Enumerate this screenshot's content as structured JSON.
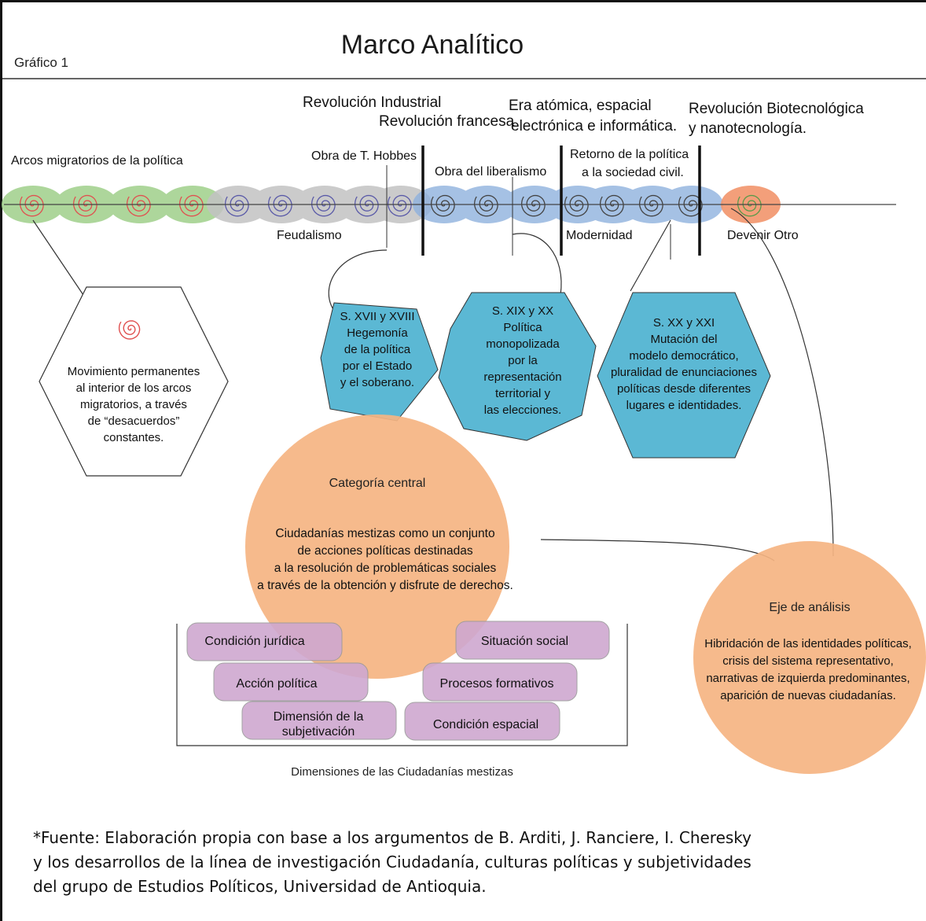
{
  "title": "Marco Analítico",
  "figure_label": "Gráfico 1",
  "timeline": {
    "arcs_label": "Arcos migratorios de la política",
    "events": [
      "Revolución Industrial",
      "Revolución francesa",
      "Era atómica, espacial",
      "electrónica e informática.",
      "Revolución Biotecnológica",
      "y nanotecnología."
    ],
    "works": [
      "Obra de T. Hobbes",
      "Obra del liberalismo",
      "Retorno de la política",
      "a la sociedad civil."
    ],
    "periods": [
      "Feudalismo",
      "Modernidad",
      "Devenir Otro"
    ],
    "colors": {
      "green": "#9fd08a",
      "gray": "#c3c3c3",
      "blue": "#8fb2de",
      "orange": "#f2956b"
    }
  },
  "hexagons": {
    "white": [
      "Movimiento permanentes",
      "al interior de los arcos",
      "migratorios, a través",
      "de “desacuerdos”",
      "constantes."
    ],
    "blue1": [
      "S. XVII y XVIII",
      "Hegemonía",
      "de la política",
      "por el Estado",
      "y el soberano."
    ],
    "blue2": [
      "S. XIX y XX",
      "Política",
      "monopolizada",
      "por la",
      "representación",
      "territorial y",
      "las elecciones."
    ],
    "blue3": [
      "S. XX y XXI",
      "Mutación del",
      "modelo democrático,",
      "pluralidad de enunciaciones",
      "políticas desde diferentes",
      "lugares e identidades."
    ],
    "fill_blue": "#5bb8d4"
  },
  "central": {
    "heading": "Categoría central",
    "body": [
      "Ciudadanías mestizas como un conjunto",
      "de acciones políticas destinadas",
      "a la resolución de problemáticas sociales",
      "a través de la obtención y disfrute de derechos."
    ],
    "fill": "#f5b482"
  },
  "axis": {
    "heading": "Eje de análisis",
    "body": [
      "Hibridación de las identidades políticas,",
      "crisis del sistema representativo,",
      "narrativas de izquierda predominantes,",
      "aparición de nuevas ciudadanías."
    ]
  },
  "dimensions": {
    "left": [
      "Condición jurídica",
      "Acción política",
      "Dimensión de la subjetivación"
    ],
    "right": [
      "Situación social",
      "Procesos formativos",
      "Condición espacial"
    ],
    "caption": "Dimensiones de las Ciudadanías mestizas",
    "fill": "#cfa8d0"
  },
  "footer": [
    "*Fuente: Elaboración propia con base a los argumentos de B. Arditi, J. Ranciere, I. Cheresky",
    "y  los desarrollos de la línea de investigación Ciudadanía, culturas políticas y subjetividades",
    "del grupo de Estudios Políticos, Universidad de Antioquia."
  ]
}
